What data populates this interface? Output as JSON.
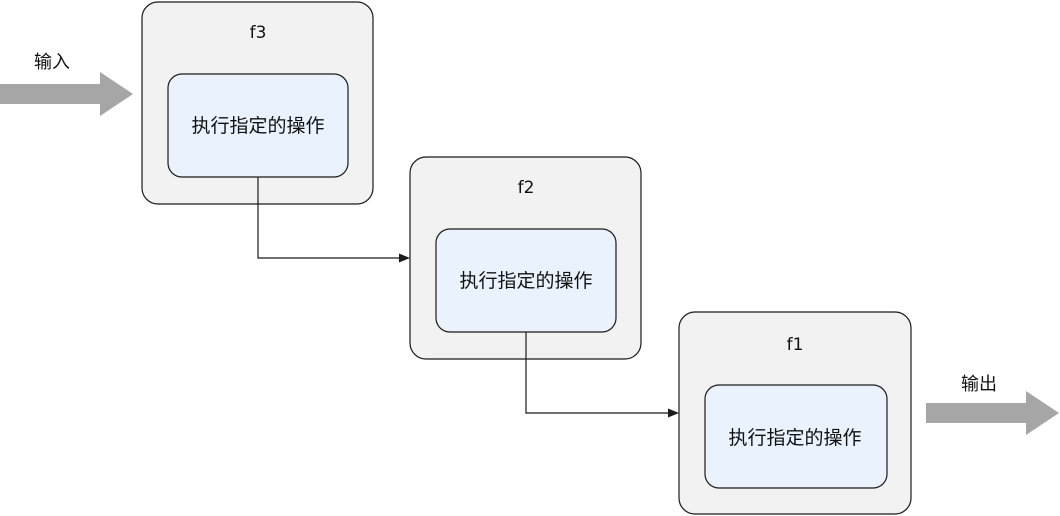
{
  "input_label": "输入",
  "output_label": "输出",
  "nodes": [
    {
      "function_name": "f3",
      "step_text": "执行指定的操作"
    },
    {
      "function_name": "f2",
      "step_text": "执行指定的操作"
    },
    {
      "function_name": "f1",
      "step_text": "执行指定的操作"
    }
  ],
  "colors": {
    "outer_fill": "#f2f2f2",
    "inner_fill": "#eaf3fd",
    "io_arrow": "#a6a6a6",
    "stroke": "#1a1a1a"
  }
}
